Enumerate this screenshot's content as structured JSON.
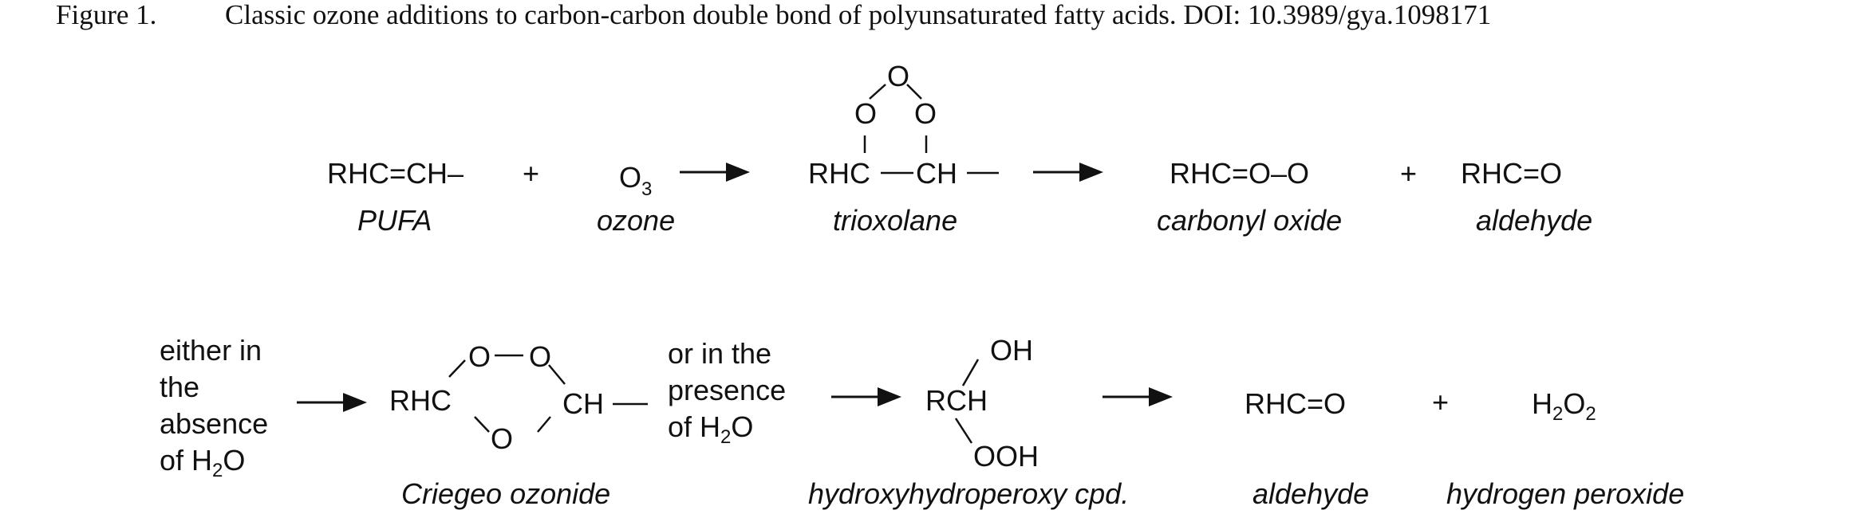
{
  "figure": {
    "label": "Figure 1.",
    "caption": "Classic ozone additions to carbon-carbon double bond of polyunsaturated fatty acids. DOI: 10.3989/gya.1098171"
  },
  "row1": {
    "pufa_formula": "RHC=CH–",
    "pufa_name": "PUFA",
    "plus1": "+",
    "ozone_O": "O",
    "ozone_sub": "3",
    "ozone_name": "ozone",
    "trioxolane_O_top": "O",
    "trioxolane_O_left": "O",
    "trioxolane_O_right": "O",
    "trioxolane_left": "RHC",
    "trioxolane_right": "CH",
    "trioxolane_name": "trioxolane",
    "carbonyl_oxide_formula": "RHC=O–O",
    "carbonyl_oxide_name": "carbonyl oxide",
    "plus2": "+",
    "aldehyde_formula": "RHC=O",
    "aldehyde_name": "aldehyde"
  },
  "row2": {
    "condition_absence_lines": [
      "either in",
      "the",
      "absence",
      "of H"
    ],
    "condition_absence_sub": "2",
    "condition_absence_tail": "O",
    "criegee_RHC": "RHC",
    "criegee_O_top_left": "O",
    "criegee_O_top_right": "O",
    "criegee_O_bottom": "O",
    "criegee_CH": "CH",
    "criegee_name": "Criegeo ozonide",
    "condition_presence_lines": [
      "or in the",
      "presence",
      "of H"
    ],
    "condition_presence_sub": "2",
    "condition_presence_tail": "O",
    "hydroxy_OH": "OH",
    "hydroxy_RCH": "RCH",
    "hydroxy_OOH": "OOH",
    "hydroxy_name": "hydroxyhydroperoxy cpd.",
    "aldehyde_formula": "RHC=O",
    "aldehyde_name": "aldehyde",
    "plus": "+",
    "h2o2_H": "H",
    "h2o2_sub1": "2",
    "h2o2_O": "O",
    "h2o2_sub2": "2",
    "h2o2_name": "hydrogen peroxide"
  }
}
